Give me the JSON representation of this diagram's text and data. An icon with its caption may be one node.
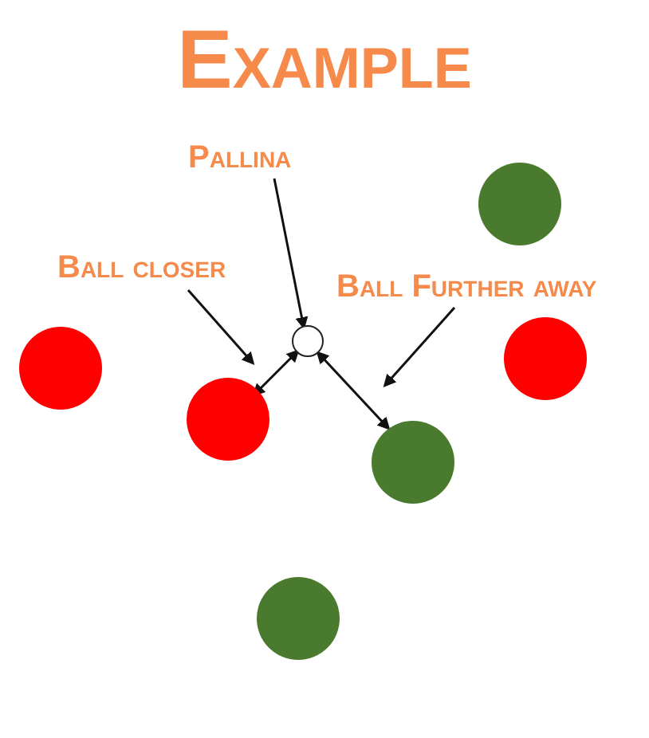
{
  "diagram": {
    "title": "Example",
    "nodes": [
      {
        "text": [
          "Pallina"
        ]
      },
      {
        "text": [
          "Ball closer"
        ]
      },
      {
        "text": [
          "Ball Further away"
        ]
      },
      {
        "text": [],
        "shape": "circle"
      },
      {
        "text": [],
        "shape": "circle"
      },
      {
        "text": [],
        "shape": "circle"
      },
      {
        "text": [],
        "shape": "circle"
      },
      {
        "text": [],
        "shape": "circle"
      },
      {
        "text": [],
        "shape": "circle"
      },
      {
        "text": [],
        "shape": "circle"
      }
    ],
    "edges": [
      {
        "from": 0,
        "to": 3,
        "arrow": "to"
      },
      {
        "from": 1,
        "to": 5,
        "arrow": "to"
      },
      {
        "from": 2,
        "to": 8,
        "arrow": "to"
      },
      {
        "from": 3,
        "to": 5,
        "arrow": "both"
      },
      {
        "from": 3,
        "to": 8,
        "arrow": "both"
      }
    ]
  }
}
